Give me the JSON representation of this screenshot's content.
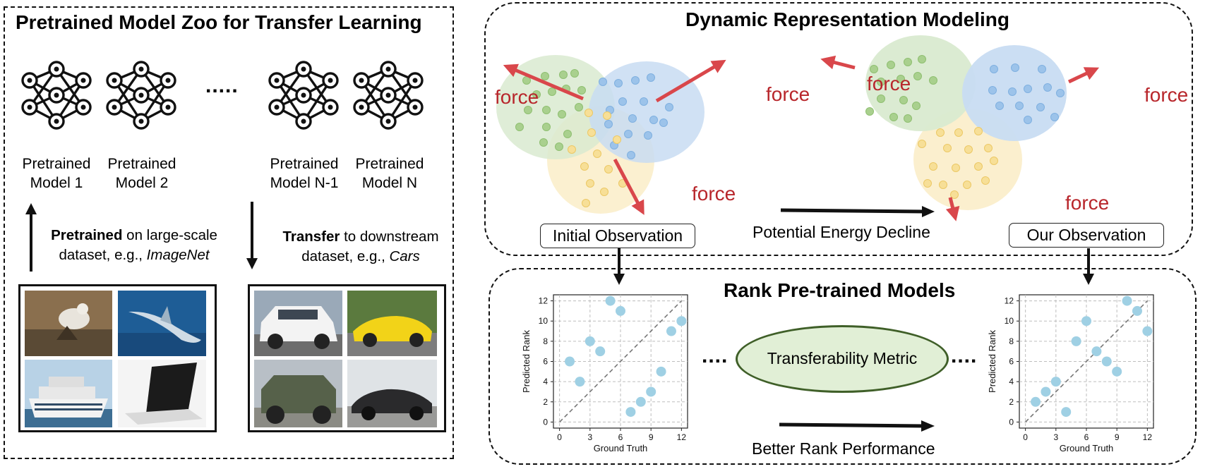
{
  "left_panel": {
    "title": "Pretrained Model Zoo for Transfer Learning",
    "models": [
      {
        "line1": "Pretrained",
        "line2": "Model 1"
      },
      {
        "line1": "Pretrained",
        "line2": "Model 2"
      },
      {
        "line1": "Pretrained",
        "line2": "Model N-1"
      },
      {
        "line1": "Pretrained",
        "line2": "Model N"
      }
    ],
    "ellipsis": ".....",
    "pretrain": {
      "bold": "Pretrained",
      "rest1": " on large-scale",
      "line2_prefix": "dataset, e.g., ",
      "line2_italic": "ImageNet"
    },
    "transfer": {
      "bold": "Transfer",
      "rest1": " to downstream",
      "line2_prefix": "dataset, e.g., ",
      "line2_italic": "Cars"
    },
    "imagenet_photos": [
      "bird-on-rock",
      "shark",
      "cruise-ship",
      "laptop"
    ],
    "cars_photos": [
      "white-suv",
      "yellow-sports-car",
      "green-hummer",
      "black-coupe"
    ]
  },
  "top_panel": {
    "title": "Dynamic Representation Modeling",
    "force_label": "force",
    "initial_label": "Initial Observation",
    "ours_label": "Our Observation",
    "middle_label": "Potential Energy Decline",
    "colors": {
      "green": "#d9ead0",
      "blue": "#c8dcf2",
      "yellow": "#fbeecb",
      "force": "#d9474b"
    }
  },
  "bottom_panel": {
    "title": "Rank Pre-trained Models",
    "metric_label": "Transferability Metric",
    "bottom_label": "Better Rank Performance",
    "dots": "....",
    "metric_fill": "#e1efd6",
    "metric_stroke": "#3f5f28"
  },
  "chart_data": [
    {
      "type": "scatter",
      "xlabel": "Ground Truth",
      "ylabel": "Predicted Rank",
      "xticks": [
        0,
        3,
        6,
        9,
        12
      ],
      "yticks": [
        0,
        2,
        4,
        6,
        8,
        10,
        12
      ],
      "xlim": [
        -0.6,
        12.6
      ],
      "ylim": [
        -0.6,
        12.6
      ],
      "grid": true,
      "diagonal": true,
      "x": [
        1,
        2,
        3,
        4,
        5,
        6,
        7,
        8,
        9,
        10,
        11,
        12
      ],
      "y": [
        6,
        4,
        8,
        7,
        12,
        11,
        1,
        2,
        3,
        5,
        9,
        10
      ]
    },
    {
      "type": "scatter",
      "xlabel": "Ground Truth",
      "ylabel": "Predicted Rank",
      "xticks": [
        0,
        3,
        6,
        9,
        12
      ],
      "yticks": [
        0,
        2,
        4,
        6,
        8,
        10,
        12
      ],
      "xlim": [
        -0.6,
        12.6
      ],
      "ylim": [
        -0.6,
        12.6
      ],
      "grid": true,
      "diagonal": true,
      "x": [
        1,
        2,
        3,
        4,
        5,
        6,
        7,
        8,
        9,
        10,
        11,
        12
      ],
      "y": [
        2,
        3,
        4,
        1,
        8,
        10,
        7,
        6,
        5,
        12,
        11,
        9
      ]
    }
  ]
}
